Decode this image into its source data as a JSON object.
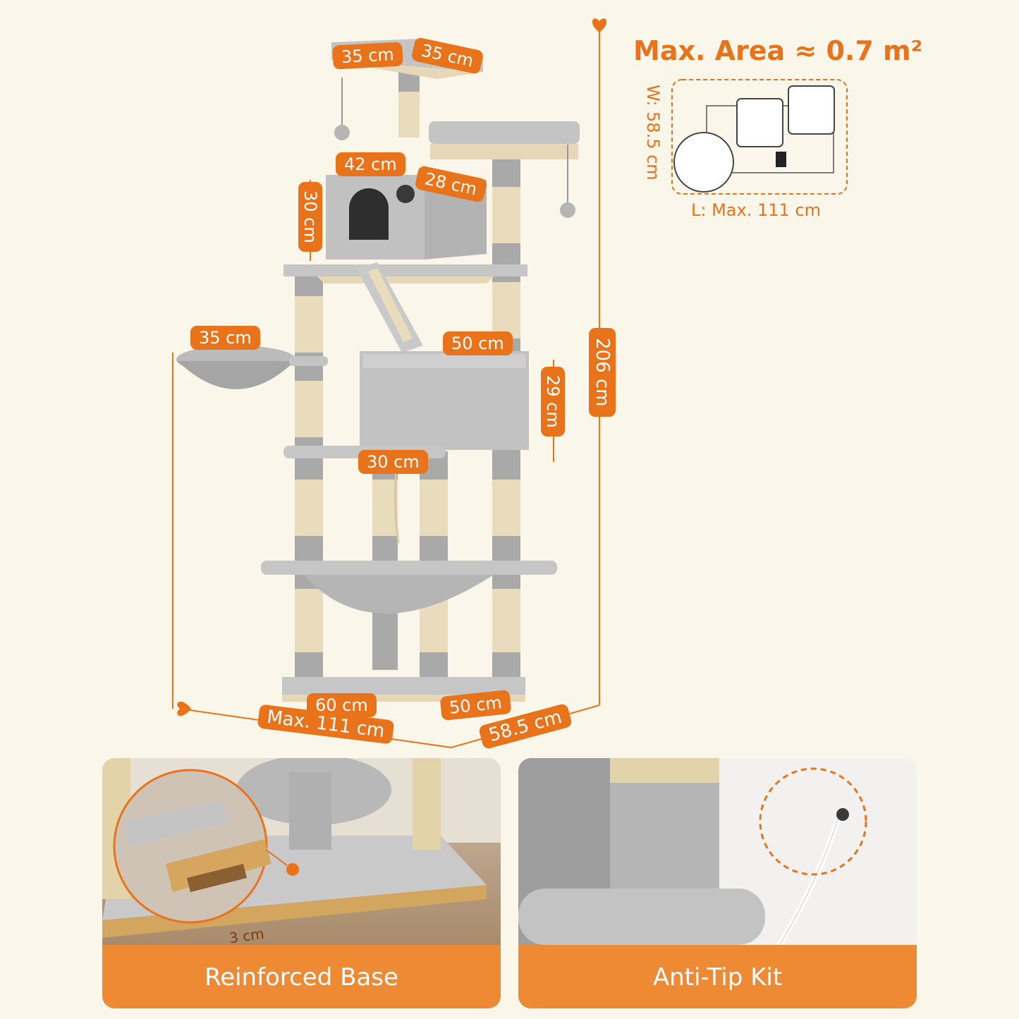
{
  "header": {
    "max_area": "Max. Area ≈ 0.7 m²"
  },
  "footprint": {
    "width_label": "W: 58.5 cm",
    "length_label": "L: Max. 111 cm"
  },
  "dimensions": {
    "top_perch_left": "35 cm",
    "top_perch_right": "35 cm",
    "condo_width": "42 cm",
    "condo_depth": "28 cm",
    "condo_height": "30 cm",
    "basket_width": "35 cm",
    "box_width": "50 cm",
    "box_height": "29 cm",
    "platform_width": "30 cm",
    "total_height": "206 cm",
    "base_length": "60 cm",
    "base_depth": "50 cm",
    "max_length": "Max. 111 cm",
    "max_depth": "58.5 cm"
  },
  "panels": {
    "base": {
      "thickness": "3 cm",
      "caption": "Reinforced Base"
    },
    "antitip": {
      "caption": "Anti-Tip Kit"
    }
  },
  "colors": {
    "accent": "#e8731b",
    "plush": "#bdbdbd",
    "sisal": "#e9dcbc",
    "background": "#fbf6ea"
  }
}
